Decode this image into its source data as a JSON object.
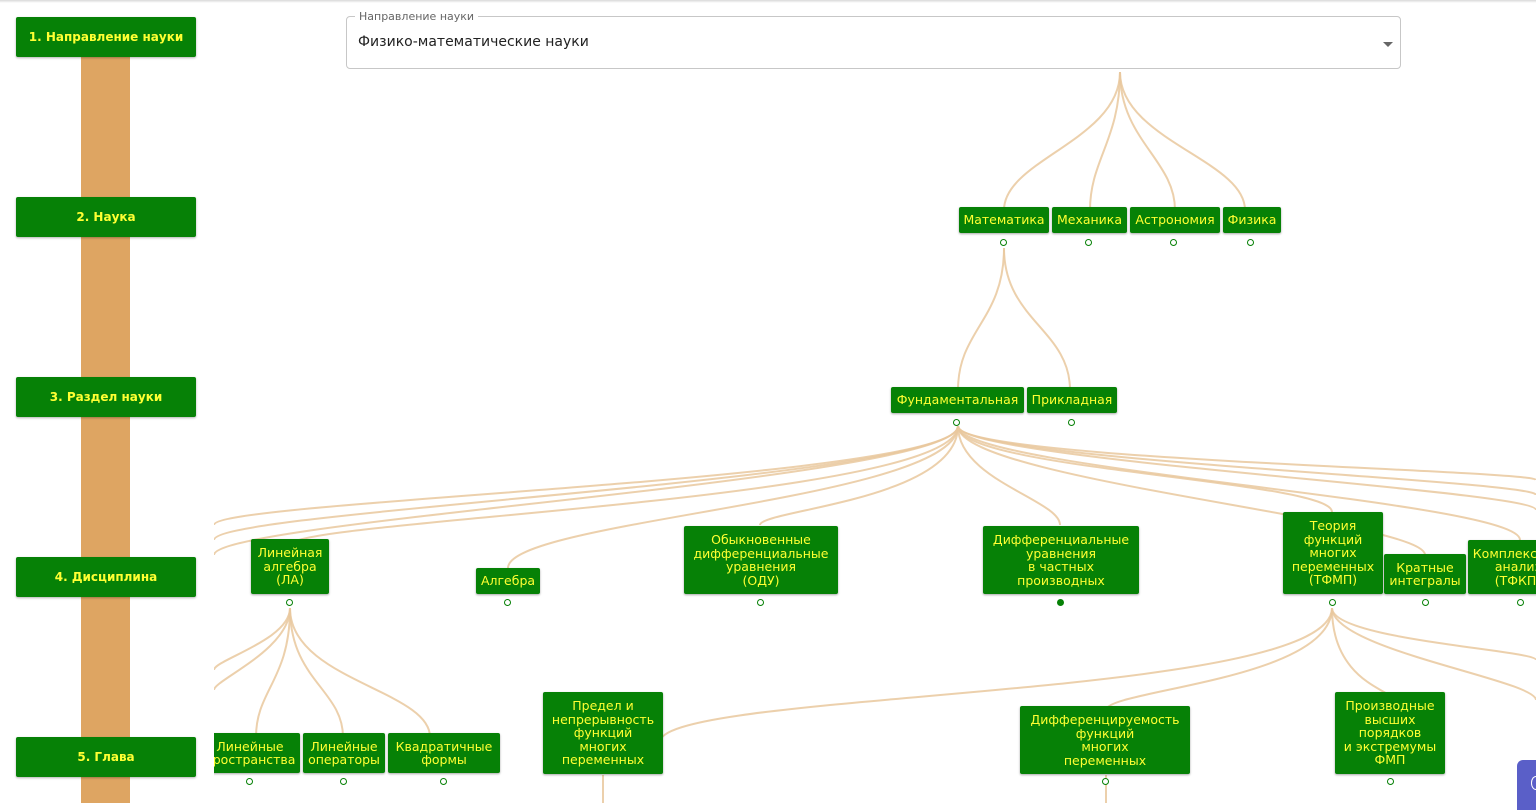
{
  "levels": [
    "1. Направление науки",
    "2. Наука",
    "3. Раздел науки",
    "4. Дисциплина",
    "5. Глава"
  ],
  "selector": {
    "label": "Направление науки",
    "value": "Физико-математические науки"
  },
  "nodes": {
    "math": "Математика",
    "mech": "Механика",
    "astro": "Астрономия",
    "phys": "Физика",
    "fund": "Фундаментальная",
    "appl": "Прикладная",
    "la": "Линейная\nалгебра\n(ЛА)",
    "alg": "Алгебра",
    "ode": "Обыкновенные\nдифференциальные\nуравнения\n(ОДУ)",
    "pde": "Дифференциальные\nуравнения\nв частных\nпроизводных",
    "tfmp": "Теория\nфункций\nмногих\nпеременных\n(ТФМП)",
    "multi": "Кратные\nинтегралы",
    "complex": "Комплексный\nанализ\n(ТФКП)",
    "linspace": "Линейные\nпространства",
    "linop": "Линейные\nоператоры",
    "quad": "Квадратичные\nформы",
    "limit": "Предел и\nнепрерывность\nфункций\nмногих\nпеременных",
    "diff": "Дифференцируемость\nфункций\nмногих\nпеременных",
    "deriv": "Производные\nвысших\nпорядков\nи экстремумы\nФМП"
  }
}
